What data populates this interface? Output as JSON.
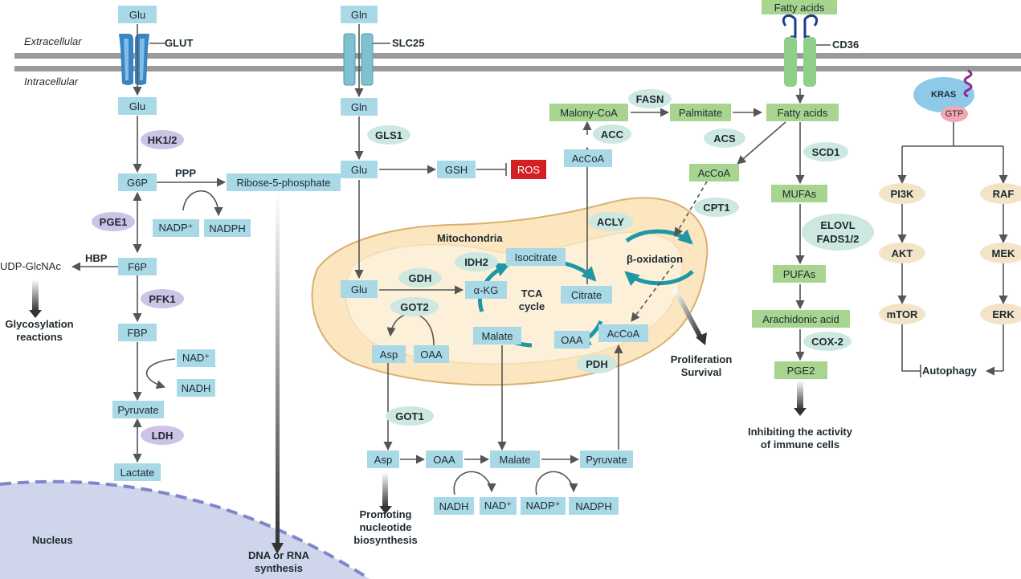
{
  "compartments": {
    "extracellular": "Extracellular",
    "intracellular": "Intracellular",
    "mitochondria": "Mitochondria",
    "nucleus": "Nucleus",
    "tca_cycle": [
      "TCA",
      "cycle"
    ],
    "beta_oxidation": "β-oxidation"
  },
  "transporters": {
    "glut": "GLUT",
    "slc25": "SLC25",
    "cd36": "CD36"
  },
  "glycolysis": {
    "glu_out": "Glu",
    "glu_in": "Glu",
    "g6p": "G6P",
    "f6p": "F6P",
    "fbp": "FBP",
    "pyruvate": "Pyruvate",
    "lactate": "Lactate",
    "ribose": "Ribose-5-phosphate",
    "nadp": "NADP⁺",
    "nadph": "NADPH",
    "nad": "NAD⁺",
    "nadh": "NADH",
    "udp": "UDP-GlcNAc",
    "ppp": "PPP",
    "hbp": "HBP",
    "hk": "HK1/2",
    "pge1": "PGE1",
    "pfk1": "PFK1",
    "ldh": "LDH",
    "glycosylation": [
      "Glycosylation",
      "reactions"
    ],
    "dna": [
      "DNA or RNA",
      "synthesis"
    ]
  },
  "glutamine": {
    "gln_out": "Gln",
    "gln_in": "Gln",
    "glu": "Glu",
    "gsh": "GSH",
    "ros": "ROS",
    "gls1": "GLS1",
    "mito_glu": "Glu",
    "gdh": "GDH",
    "akg": "α-KG",
    "idh2": "IDH2",
    "isocitrate": "Isocitrate",
    "citrate": "Citrate",
    "malate": "Malate",
    "oaa": "OAA",
    "acoa": "AcCoA",
    "pdh": "PDH",
    "got2": "GOT2",
    "asp": "Asp",
    "oaa2": "OAA",
    "got1": "GOT1",
    "asp2": "Asp",
    "oaa3": "OAA",
    "malate2": "Malate",
    "pyruvate2": "Pyruvate",
    "nadh": "NADH",
    "nad": "NAD⁺",
    "nadp": "NADP⁺",
    "nadph": "NADPH",
    "promoting": [
      "Promoting",
      "nucleotide",
      "biosynthesis"
    ],
    "proliferation": [
      "Proliferation",
      "Survival"
    ]
  },
  "lipid": {
    "fa_out": "Fatty acids",
    "fa_in": "Fatty acids",
    "palmitate": "Palmitate",
    "malonyl": "Malony-CoA",
    "acoa_cyt": "AcCoA",
    "acoa_right": "AcCoA",
    "fasn": "FASN",
    "acc": "ACC",
    "acly": "ACLY",
    "acs": "ACS",
    "cpt1": "CPT1",
    "scd1": "SCD1",
    "mufas": "MUFAs",
    "elovl": "ELOVL",
    "fads": "FADS1/2",
    "pufas": "PUFAs",
    "aa": "Arachidonic acid",
    "cox2": "COX-2",
    "pge2": "PGE2",
    "inhibit": [
      "Inhibiting the activity",
      "of immune cells"
    ]
  },
  "kras": {
    "kras": "KRAS",
    "gtp": "GTP",
    "pi3k": "PI3K",
    "akt": "AKT",
    "mtor": "mTOR",
    "raf": "RAF",
    "mek": "MEK",
    "erk": "ERK",
    "autophagy": "Autophagy"
  },
  "colors": {
    "metabolite": "#a9d8e6",
    "lipid": "#a7d48e",
    "ros": "#d41f25",
    "enzyme_purple": "#cdc3e6",
    "enzyme_teal": "#cde7e1",
    "enzyme_tan": "#f3e4c8",
    "mitochondrion": "#fbe6c0",
    "tca_arrow": "#1f97a6",
    "nucleus": "#cfd6ec",
    "membrane": "#9a9a9a"
  }
}
